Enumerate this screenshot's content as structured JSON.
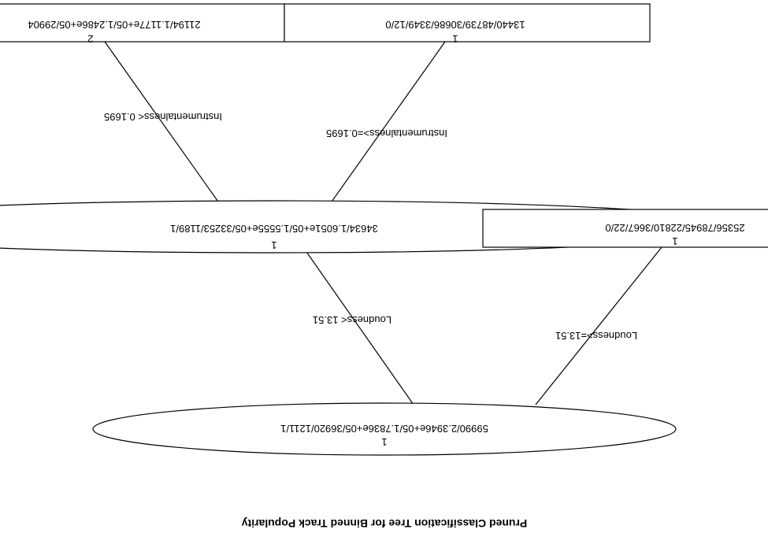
{
  "title": "Pruned Classification Tree for Binned Track Popularity",
  "nodes": {
    "root": {
      "class": "1",
      "stats": "59990/2.3946e+05/1.7836e+05/36920/1211/1"
    },
    "loud_low": {
      "class": "1",
      "stats": "34634/1.6051e+05/1.5555e+05/33253/1189/1"
    },
    "loud_high": {
      "class": "1",
      "stats": "25356/78945/22810/3667/22/0"
    },
    "instr_low": {
      "class": "2",
      "stats": "21194/1.1177e+05/1.2486e+05/29904"
    },
    "instr_high": {
      "class": "1",
      "stats": "13440/48739/30686/3349/12/0"
    }
  },
  "edges": {
    "loud_lt": "Loudness< 13.51",
    "loud_ge": "Loudness>=13.51",
    "instr_lt": "Instrumentalness< 0.1695",
    "instr_ge": "Instrumentalness>=0.1695"
  }
}
